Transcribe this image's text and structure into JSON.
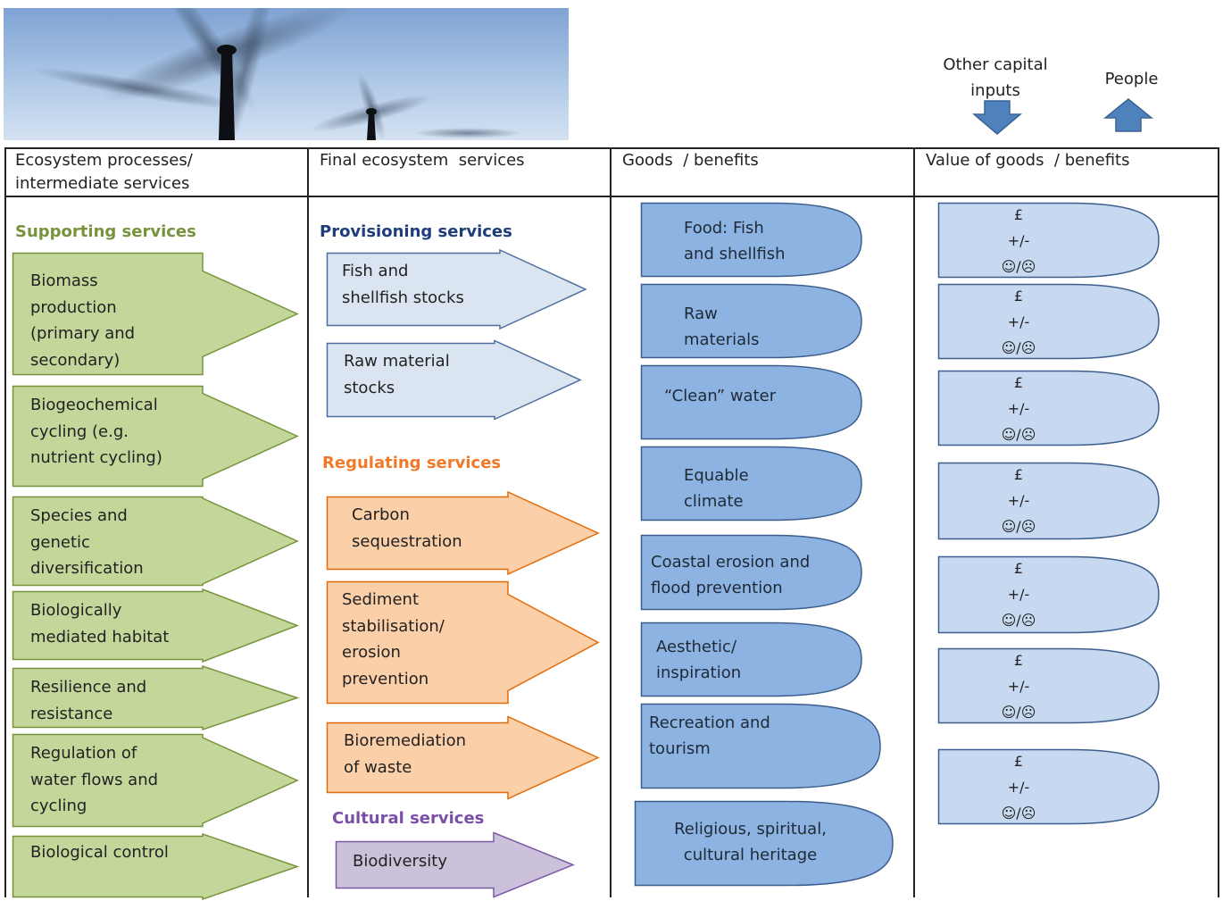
{
  "header": {
    "other_capital_inputs": "Other capital\ninputs",
    "people": "People"
  },
  "columns": [
    "Ecosystem processes/\nintermediate services",
    "Final ecosystem  services",
    "Goods  / benefits",
    "Value of goods  / benefits"
  ],
  "supporting": {
    "title": "Supporting services",
    "items": [
      "Biomass\nproduction\n(primary and\nsecondary)",
      "Biogeochemical\ncycling (e.g.\nnutrient cycling)",
      "Species and\ngenetic\ndiversification",
      "Biologically\nmediated habitat",
      "Resilience and\nresistance",
      "Regulation of\nwater flows and\ncycling",
      "Biological control"
    ]
  },
  "provisioning": {
    "title": "Provisioning services",
    "items": [
      "Fish and\nshellfish stocks",
      "Raw material\nstocks"
    ]
  },
  "regulating": {
    "title": "Regulating services",
    "items": [
      "Carbon\nsequestration",
      "Sediment\nstabilisation/\nerosion\nprevention",
      "Bioremediation\nof waste"
    ]
  },
  "cultural": {
    "title": "Cultural services",
    "items": [
      "Biodiversity"
    ]
  },
  "goods": [
    "Food: Fish\nand shellfish",
    "Raw\nmaterials",
    "“Clean” water",
    "Equable\nclimate",
    "Coastal erosion and\nflood prevention",
    "Aesthetic/\ninspiration",
    "Recreation and\ntourism",
    "Religious, spiritual,\ncultural heritage"
  ],
  "values": [
    {
      "currency": "£",
      "change": "+/-",
      "sentiment": "☺/☹"
    },
    {
      "currency": "£",
      "change": "+/-",
      "sentiment": "☺/☹"
    },
    {
      "currency": "£",
      "change": "+/-",
      "sentiment": "☺/☹"
    },
    {
      "currency": "£",
      "change": "+/-",
      "sentiment": "☺/☹"
    },
    {
      "currency": "£",
      "change": "+/-",
      "sentiment": "☺/☹"
    },
    {
      "currency": "£",
      "change": "+/-",
      "sentiment": "☺/☹"
    },
    {
      "currency": "£",
      "change": "+/-",
      "sentiment": "☺/☹"
    }
  ],
  "colors": {
    "supporting_fill": "#c4d79b",
    "supporting_stroke": "#77933c",
    "supporting_title": "#77933c",
    "provisioning_fill": "#dbe5f1",
    "provisioning_stroke": "#4f6fa0",
    "provisioning_title": "#1f3d7a",
    "regulating_fill": "#fbcfa8",
    "regulating_stroke": "#e46c0a",
    "regulating_title": "#f07a2a",
    "cultural_fill": "#ccc1da",
    "cultural_stroke": "#7c5ba6",
    "cultural_title": "#7a4fa8",
    "goods_fill": "#8db3e2",
    "goods_stroke": "#3c5e8c",
    "value_fill": "#c6d9f1",
    "value_stroke": "#3c5e8c",
    "header_arrow": "#4f81bd"
  }
}
